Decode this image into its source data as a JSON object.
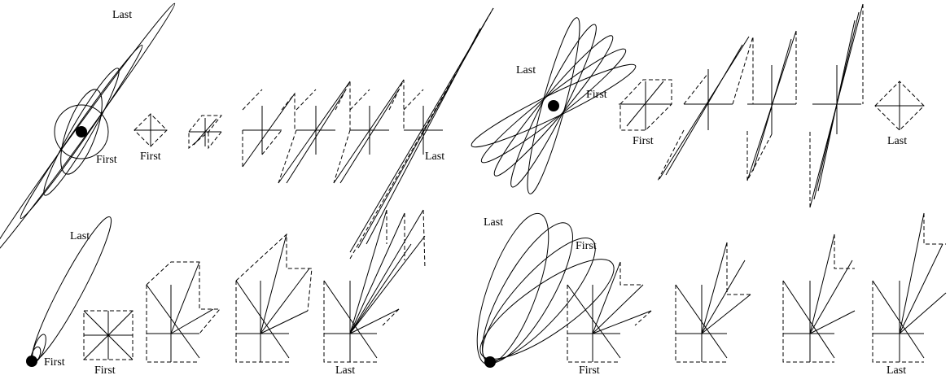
{
  "labels": {
    "first": "First",
    "last": "Last"
  },
  "panels": [
    {
      "id": "top-left",
      "description_words": [
        "Last",
        "First",
        "First",
        "Last"
      ]
    },
    {
      "id": "top-right",
      "description_words": [
        "Last",
        "First",
        "First",
        "Last"
      ]
    },
    {
      "id": "bottom-left",
      "description_words": [
        "Last",
        "First",
        "First",
        "Last"
      ]
    },
    {
      "id": "bottom-right",
      "description_words": [
        "Last",
        "First",
        "First",
        "Last"
      ]
    }
  ],
  "colors": {
    "ink": "#000000",
    "background": "#ffffff"
  }
}
